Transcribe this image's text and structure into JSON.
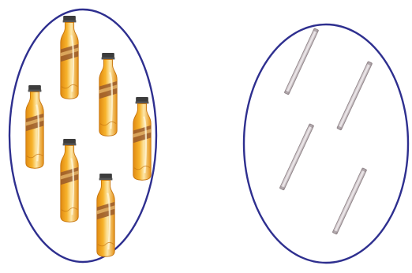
{
  "colors": {
    "ellipse_stroke": "#2e2f8f",
    "bottle_juice": "#f4a81e",
    "bottle_juice_dark": "#e08a12",
    "bottle_highlight": "#fde7a8",
    "bottle_cap": "#3c3c3c",
    "bottle_label": "#9a5a2c",
    "straw_body": "#d9d0d2",
    "straw_edge": "#8f8488"
  },
  "groups": [
    {
      "name": "bottle-group",
      "icon": "juice-bottle-icon",
      "count": 6
    },
    {
      "name": "straw-group",
      "icon": "straw-icon",
      "count": 4
    }
  ]
}
